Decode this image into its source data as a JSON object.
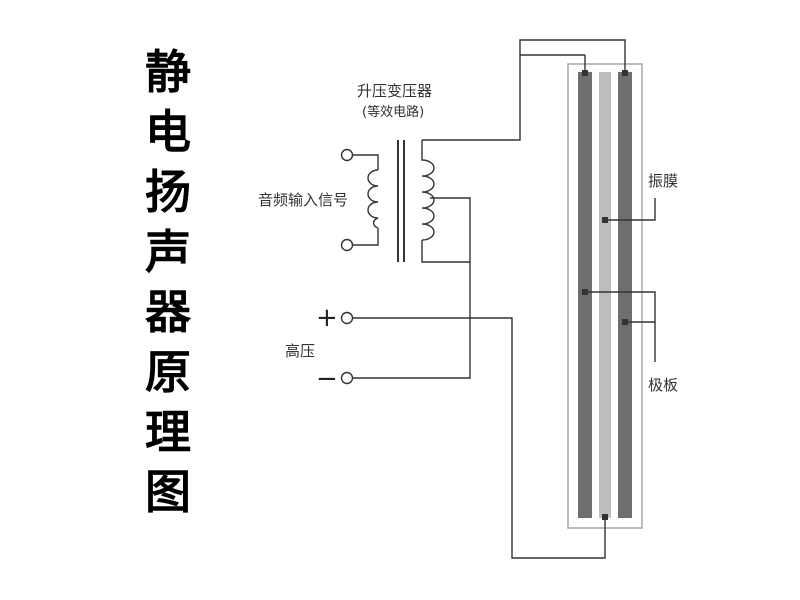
{
  "title": {
    "text": "静电扬声器原理图",
    "chars": [
      "静",
      "电",
      "扬",
      "声",
      "器",
      "原",
      "理",
      "图"
    ]
  },
  "labels": {
    "transformer": "升压变压器",
    "transformer_note": "(等效电路)",
    "audio_input": "音频输入信号",
    "high_voltage": "高压",
    "plus": "+",
    "minus": "−",
    "diaphragm": "振膜",
    "electrode": "极板"
  },
  "colors": {
    "wire": "#333333",
    "electrode": "#6e6e6e",
    "diaphragm": "#bdbdbd",
    "frame": "#a8a8a8",
    "text": "#333333"
  }
}
